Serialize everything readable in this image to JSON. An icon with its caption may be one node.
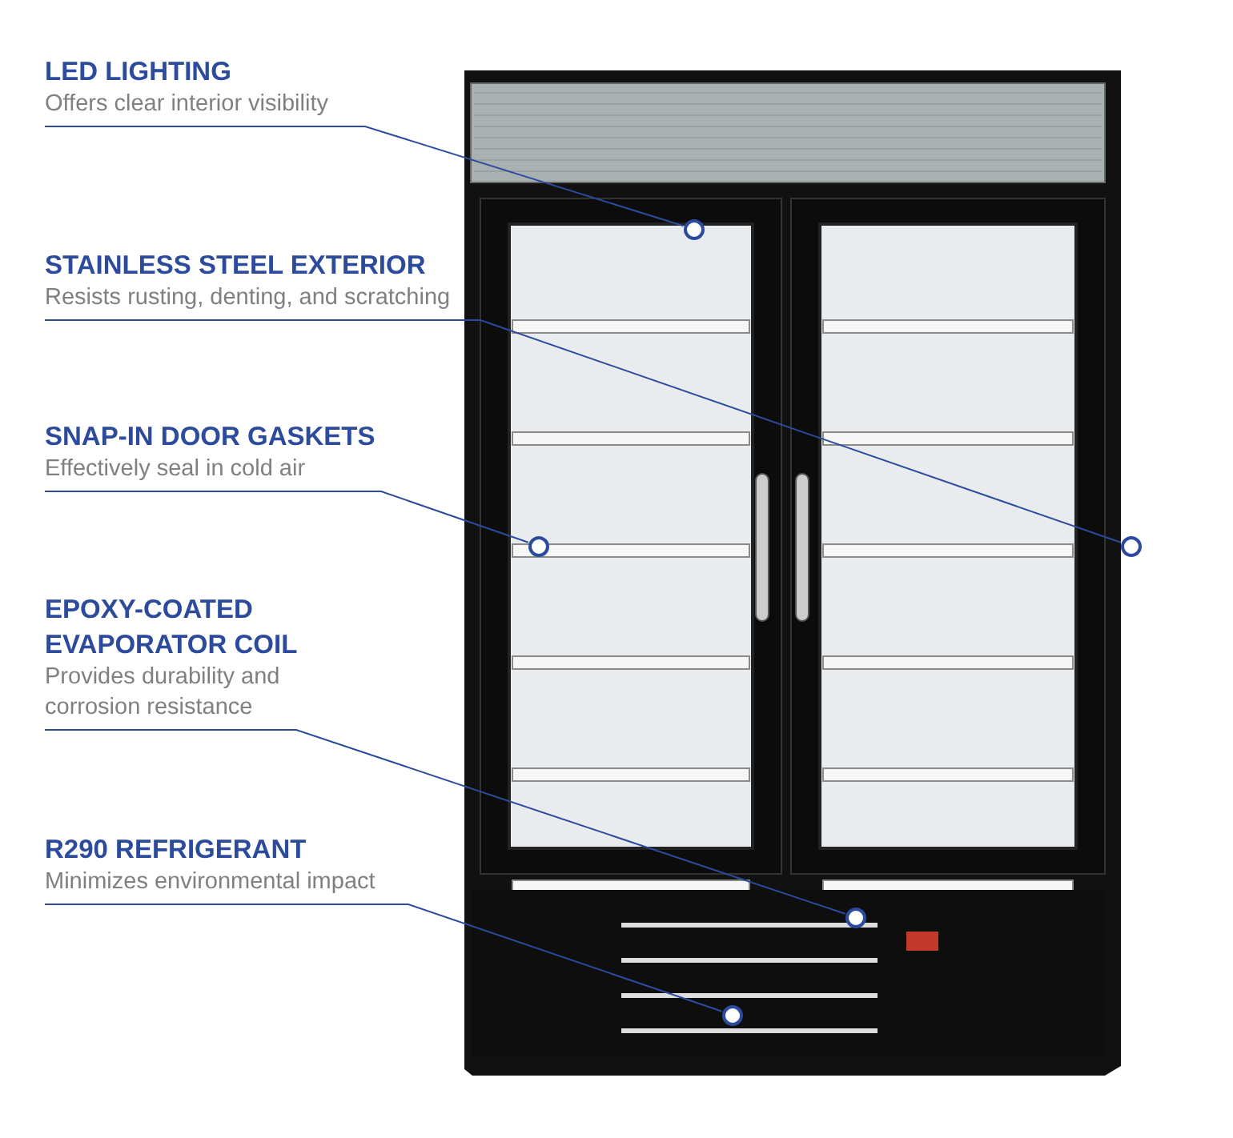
{
  "diagram": {
    "nodes": [
      {
        "text": [
          "LED LIGHTING",
          "Offers clear interior visibility"
        ]
      },
      {
        "text": [
          "STAINLESS STEEL EXTERIOR",
          "Resists rusting, denting, and scratching"
        ]
      },
      {
        "text": [
          "SNAP-IN DOOR GASKETS",
          "Effectively seal in cold air"
        ]
      },
      {
        "text": [
          "EPOXY-COATED EVAPORATOR COIL",
          "Provides durability and corrosion resistance"
        ]
      },
      {
        "text": [
          "R290 REFRIGERANT",
          "Minimizes environmental impact"
        ]
      },
      {
        "text": [],
        "shape": "circle"
      },
      {
        "text": [],
        "shape": "circle"
      },
      {
        "text": [],
        "shape": "circle"
      },
      {
        "text": [],
        "shape": "circle"
      },
      {
        "text": [],
        "shape": "circle"
      }
    ],
    "edges": [
      {
        "from": 0,
        "to": 5,
        "arrow": "none"
      },
      {
        "from": 1,
        "to": 7,
        "arrow": "none"
      },
      {
        "from": 2,
        "to": 6,
        "arrow": "none"
      },
      {
        "from": 3,
        "to": 8,
        "arrow": "none"
      },
      {
        "from": 4,
        "to": 9,
        "arrow": "none"
      }
    ]
  }
}
